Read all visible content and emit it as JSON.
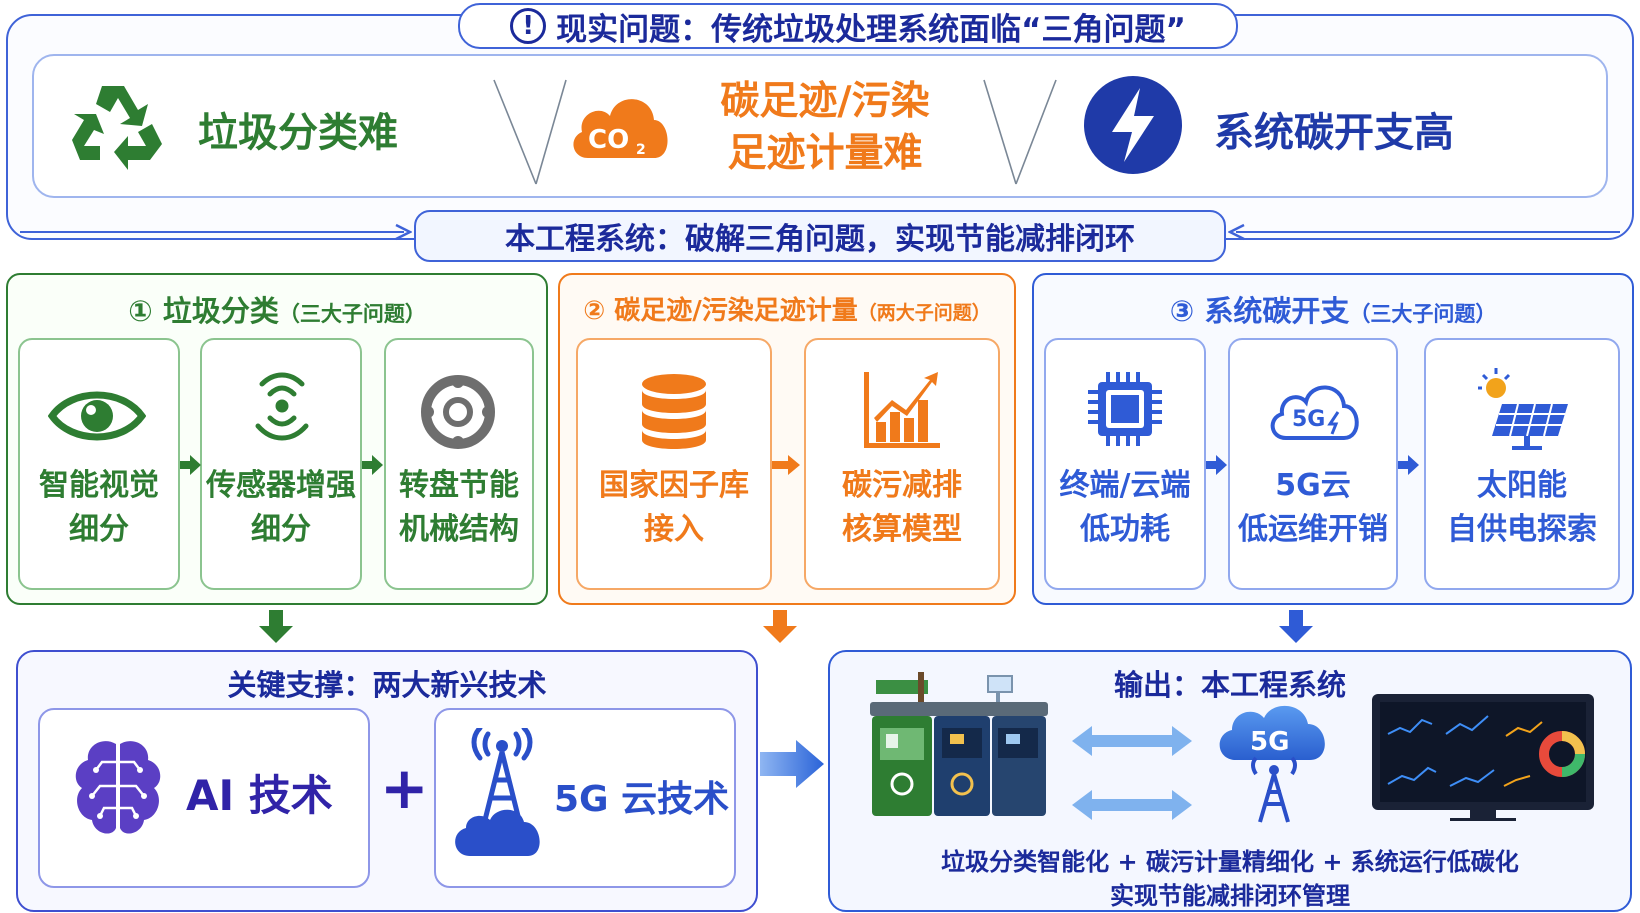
{
  "header": {
    "title": "现实问题：传统垃圾处理系统面临“三角问题”",
    "subtitle": "本工程系统：破解三角问题，实现节能减排闭环"
  },
  "problems": [
    {
      "label": "垃圾分类难",
      "icon": "recycle-icon",
      "color": "#2e7d32"
    },
    {
      "line1": "碳足迹/污染",
      "line2": "足迹计量难",
      "icon": "co2-cloud-icon",
      "color": "#f07a1b"
    },
    {
      "label": "系统碳开支高",
      "icon": "lightning-icon",
      "color": "#1f3aa8"
    }
  ],
  "sections": [
    {
      "num": "①",
      "title": "垃圾分类",
      "note": "（三大子问题）",
      "color": "#2e7d32",
      "cards": [
        {
          "line1": "智能视觉",
          "line2": "细分",
          "icon": "eye-icon"
        },
        {
          "line1": "传感器增强",
          "line2": "细分",
          "icon": "sensor-signal-icon"
        },
        {
          "line1": "转盘节能",
          "line2": "机械结构",
          "icon": "turntable-icon"
        }
      ]
    },
    {
      "num": "②",
      "title": "碳足迹/污染足迹计量",
      "note": "（两大子问题）",
      "color": "#f07a1b",
      "cards": [
        {
          "line1": "国家因子库",
          "line2": "接入",
          "icon": "database-icon"
        },
        {
          "line1": "碳污减排",
          "line2": "核算模型",
          "icon": "bar-chart-icon"
        }
      ]
    },
    {
      "num": "③",
      "title": "系统碳开支",
      "note": "（三大子问题）",
      "color": "#2f5bd6",
      "cards": [
        {
          "line1": "终端/云端",
          "line2": "低功耗",
          "icon": "chip-icon"
        },
        {
          "line1": "5G云",
          "line2": "低运维开销",
          "icon": "5g-cloud-icon",
          "icon_text": "5G"
        },
        {
          "line1": "太阳能",
          "line2": "自供电探索",
          "icon": "solar-panel-icon"
        }
      ]
    }
  ],
  "support": {
    "title": "关键支撑：两大新兴技术",
    "tech1": "AI 技术",
    "plus": "+",
    "tech2": "5G 云技术"
  },
  "output": {
    "title": "输出：本工程系统",
    "cloud_text": "5G",
    "line1": "垃圾分类智能化 + 碳污计量精细化 + 系统运行低碳化",
    "line2": "实现节能减排闭环管理"
  },
  "colors": {
    "green": "#2e7d32",
    "orange": "#f07a1b",
    "blue": "#2f5bd6",
    "navy": "#1b2a9b",
    "indigo": "#3023a8"
  }
}
